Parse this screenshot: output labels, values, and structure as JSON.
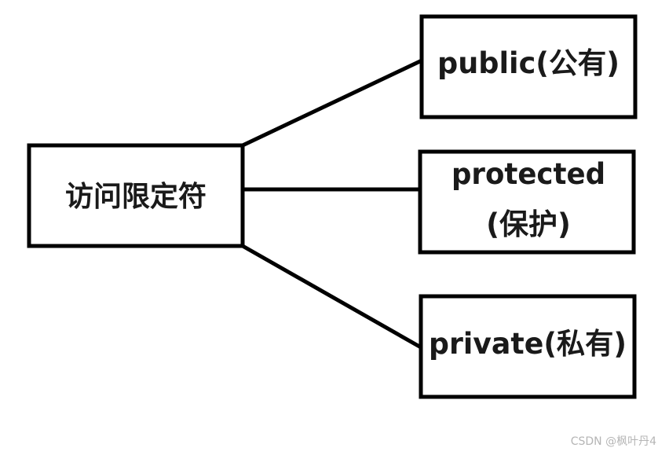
{
  "diagram": {
    "root": {
      "label": "访问限定符"
    },
    "children": [
      {
        "id": "public",
        "lines": [
          "public(公有)"
        ]
      },
      {
        "id": "protected",
        "lines": [
          "protected",
          "(保护)"
        ]
      },
      {
        "id": "private",
        "lines": [
          "private(私有)"
        ]
      }
    ]
  },
  "watermark": {
    "text": "CSDN @枫叶丹4"
  },
  "colors": {
    "stroke": "#000000",
    "text": "#1a1a1a",
    "background": "#ffffff",
    "watermark": "#b5b5b5"
  }
}
